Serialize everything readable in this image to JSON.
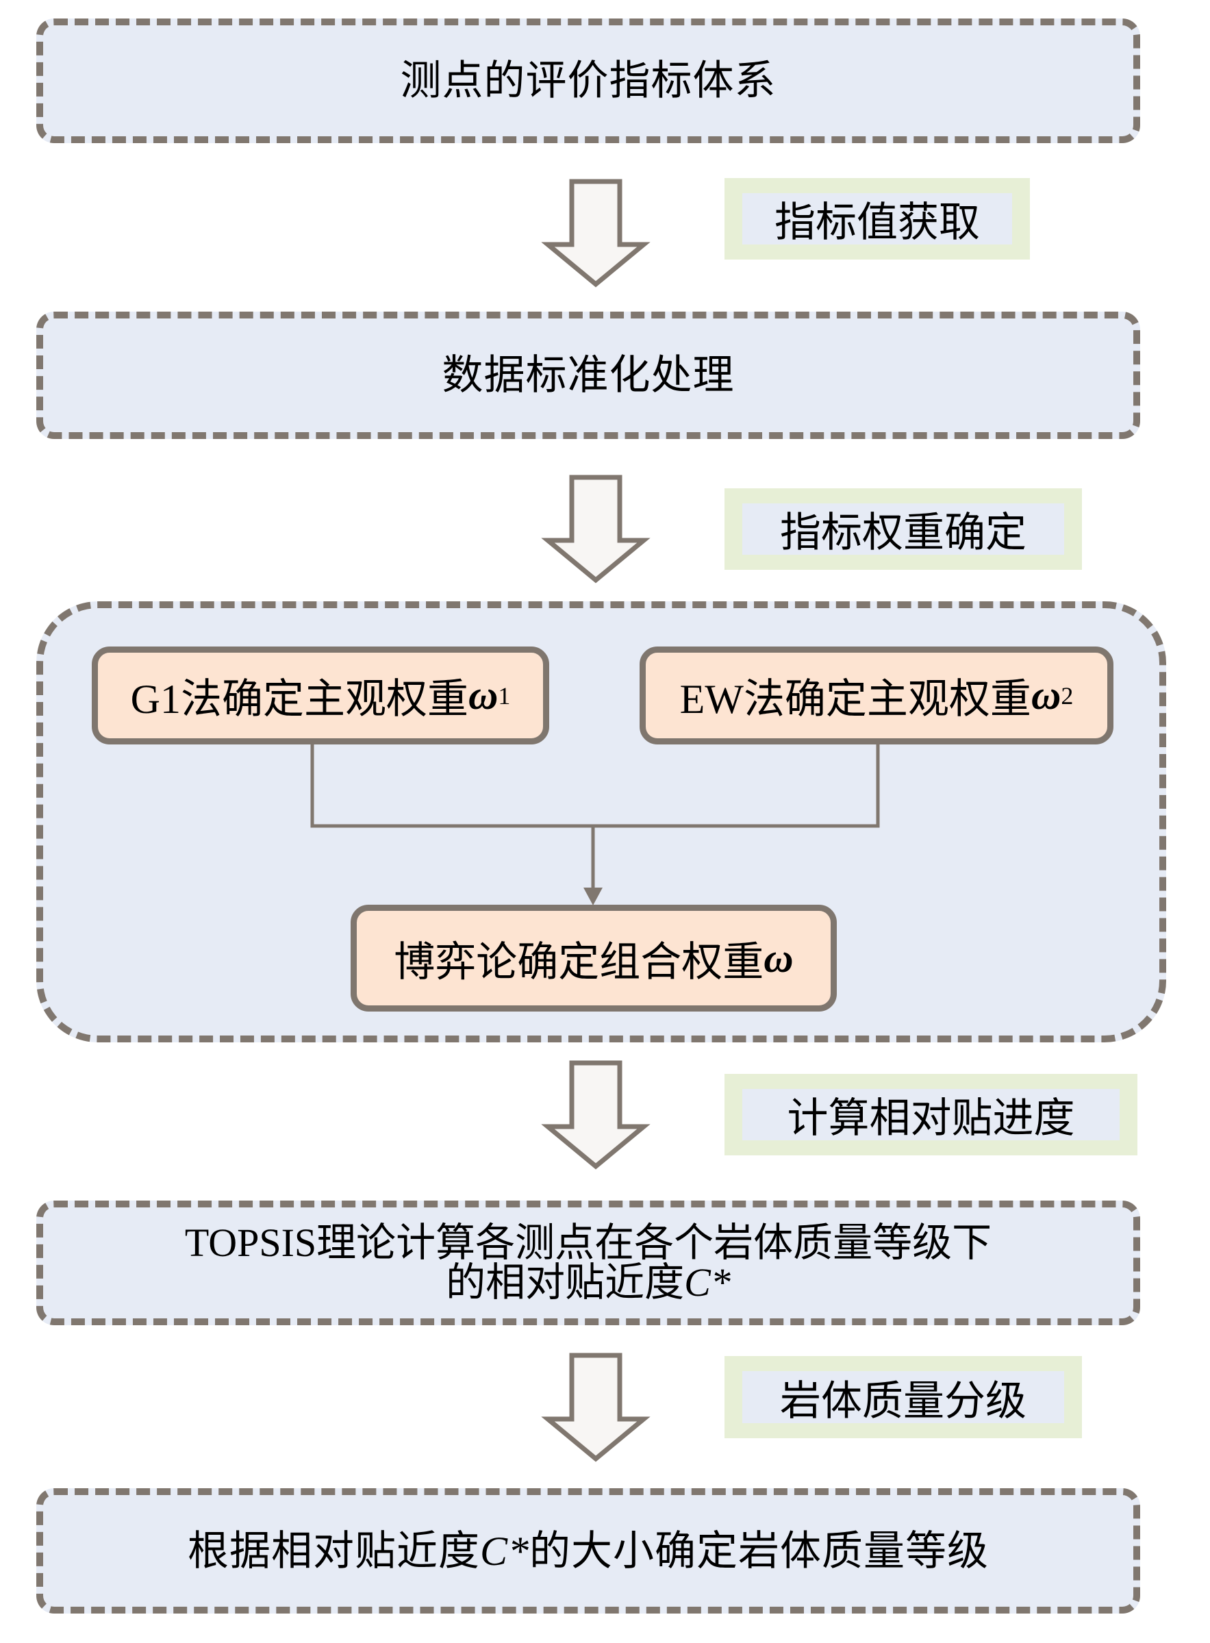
{
  "diagram": {
    "steps": [
      {
        "id": "evaluation-index-system",
        "text": "测点的评价指标体系"
      },
      {
        "id": "data-standardization",
        "text": "数据标准化处理"
      },
      {
        "id": "topsis-calculation",
        "line1": "TOPSIS理论计算各测点在各个岩体质量等级下",
        "line2_prefix": "的相对贴近度",
        "line2_symbol": "C*"
      },
      {
        "id": "grade-determination",
        "prefix": "根据相对贴近度",
        "symbol": "C*",
        "suffix": "的大小确定岩体质量等级"
      }
    ],
    "transition_labels": [
      "指标值获取",
      "指标权重确定",
      "计算相对贴进度",
      "岩体质量分级"
    ],
    "weight_group": {
      "g1": {
        "prefix": "G1法确定主观权重",
        "symbol": "ω",
        "subscript": "1"
      },
      "ew": {
        "prefix": "EW法确定主观权重",
        "symbol": "ω",
        "subscript": "2"
      },
      "combined": {
        "prefix": "博弈论确定组合权重",
        "symbol": "ω"
      }
    },
    "colors": {
      "box_fill": "#e6ebf5",
      "dash_border": "#80776f",
      "orange_fill": "#fde4d2",
      "label_outer": "#e7efd6",
      "arrow_fill": "#f8f6f4"
    }
  }
}
